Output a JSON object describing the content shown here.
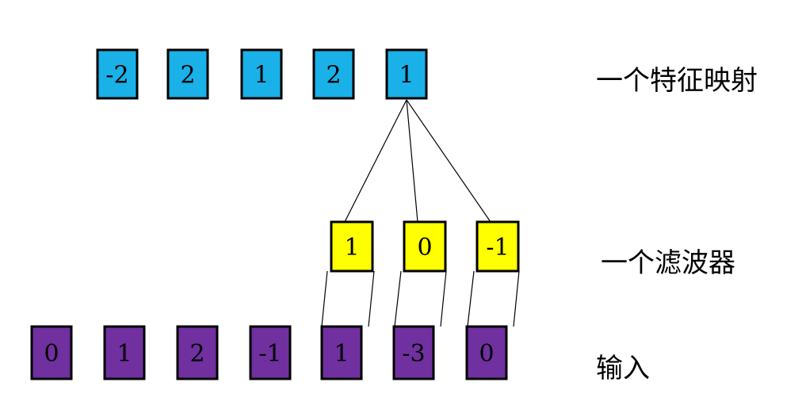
{
  "feature_map": {
    "label": "一个特征映射",
    "values": [
      "-2",
      "2",
      "1",
      "2",
      "1"
    ],
    "fill": "#1ab0e8"
  },
  "filter": {
    "label": "一个滤波器",
    "values": [
      "1",
      "0",
      "-1"
    ],
    "fill": "#ffff00"
  },
  "input": {
    "label": "输入",
    "values": [
      "0",
      "1",
      "2",
      "-1",
      "1",
      "-3",
      "0"
    ],
    "fill": "#7030a0"
  },
  "border_color": "#000000",
  "text_color": "#000000"
}
